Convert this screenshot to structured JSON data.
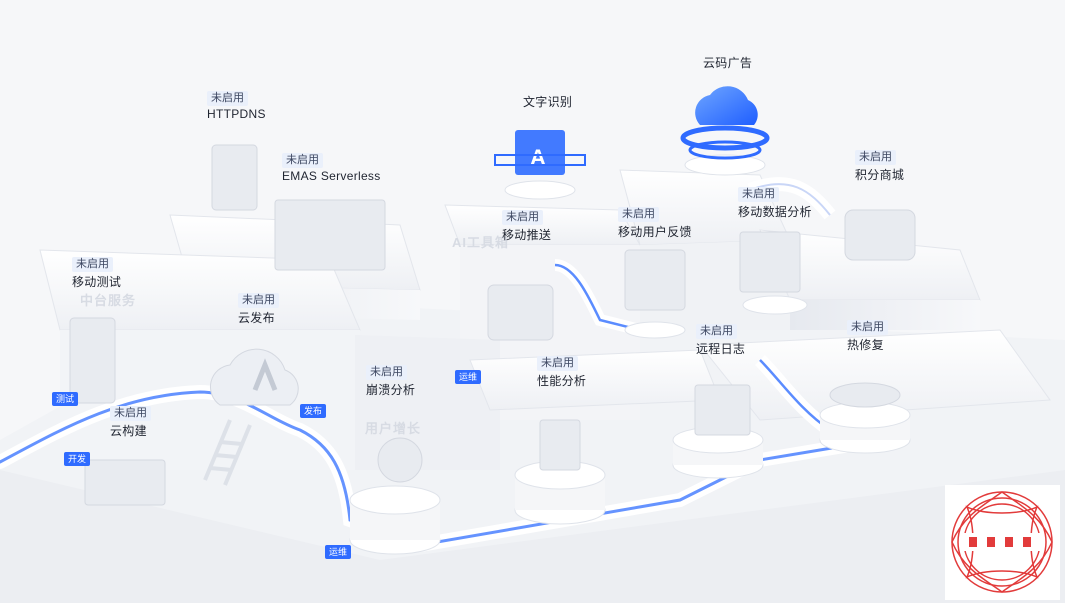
{
  "services": [
    {
      "id": "httpdns",
      "badge": "未启用",
      "name": "HTTPDNS"
    },
    {
      "id": "emas",
      "badge": "未启用",
      "name": "EMAS Serverless"
    },
    {
      "id": "ocr",
      "badge": "",
      "name": "文字识别"
    },
    {
      "id": "cloud-ad",
      "badge": "",
      "name": "云码广告"
    },
    {
      "id": "points-mall",
      "badge": "未启用",
      "name": "积分商城"
    },
    {
      "id": "mobile-analytics",
      "badge": "未启用",
      "name": "移动数据分析"
    },
    {
      "id": "mobile-push",
      "badge": "未启用",
      "name": "移动推送"
    },
    {
      "id": "feedback",
      "badge": "未启用",
      "name": "移动用户反馈"
    },
    {
      "id": "mobile-test",
      "badge": "未启用",
      "name": "移动测试"
    },
    {
      "id": "cloud-release",
      "badge": "未启用",
      "name": "云发布"
    },
    {
      "id": "crash",
      "badge": "未启用",
      "name": "崩溃分析"
    },
    {
      "id": "perf",
      "badge": "未启用",
      "name": "性能分析"
    },
    {
      "id": "remote-log",
      "badge": "未启用",
      "name": "远程日志"
    },
    {
      "id": "hotfix",
      "badge": "未启用",
      "name": "热修复"
    },
    {
      "id": "cloud-build",
      "badge": "未启用",
      "name": "云构建"
    }
  ],
  "flow_tags": {
    "test": "测试",
    "dev": "开发",
    "release": "发布",
    "ops1": "运维",
    "ops2": "运维"
  },
  "zones": {
    "ai": "AI工具箱",
    "middle": "中台服务",
    "user": "用户增长"
  },
  "colors": {
    "accent": "#2f6bff",
    "badge_bg": "#eaf0fb"
  }
}
